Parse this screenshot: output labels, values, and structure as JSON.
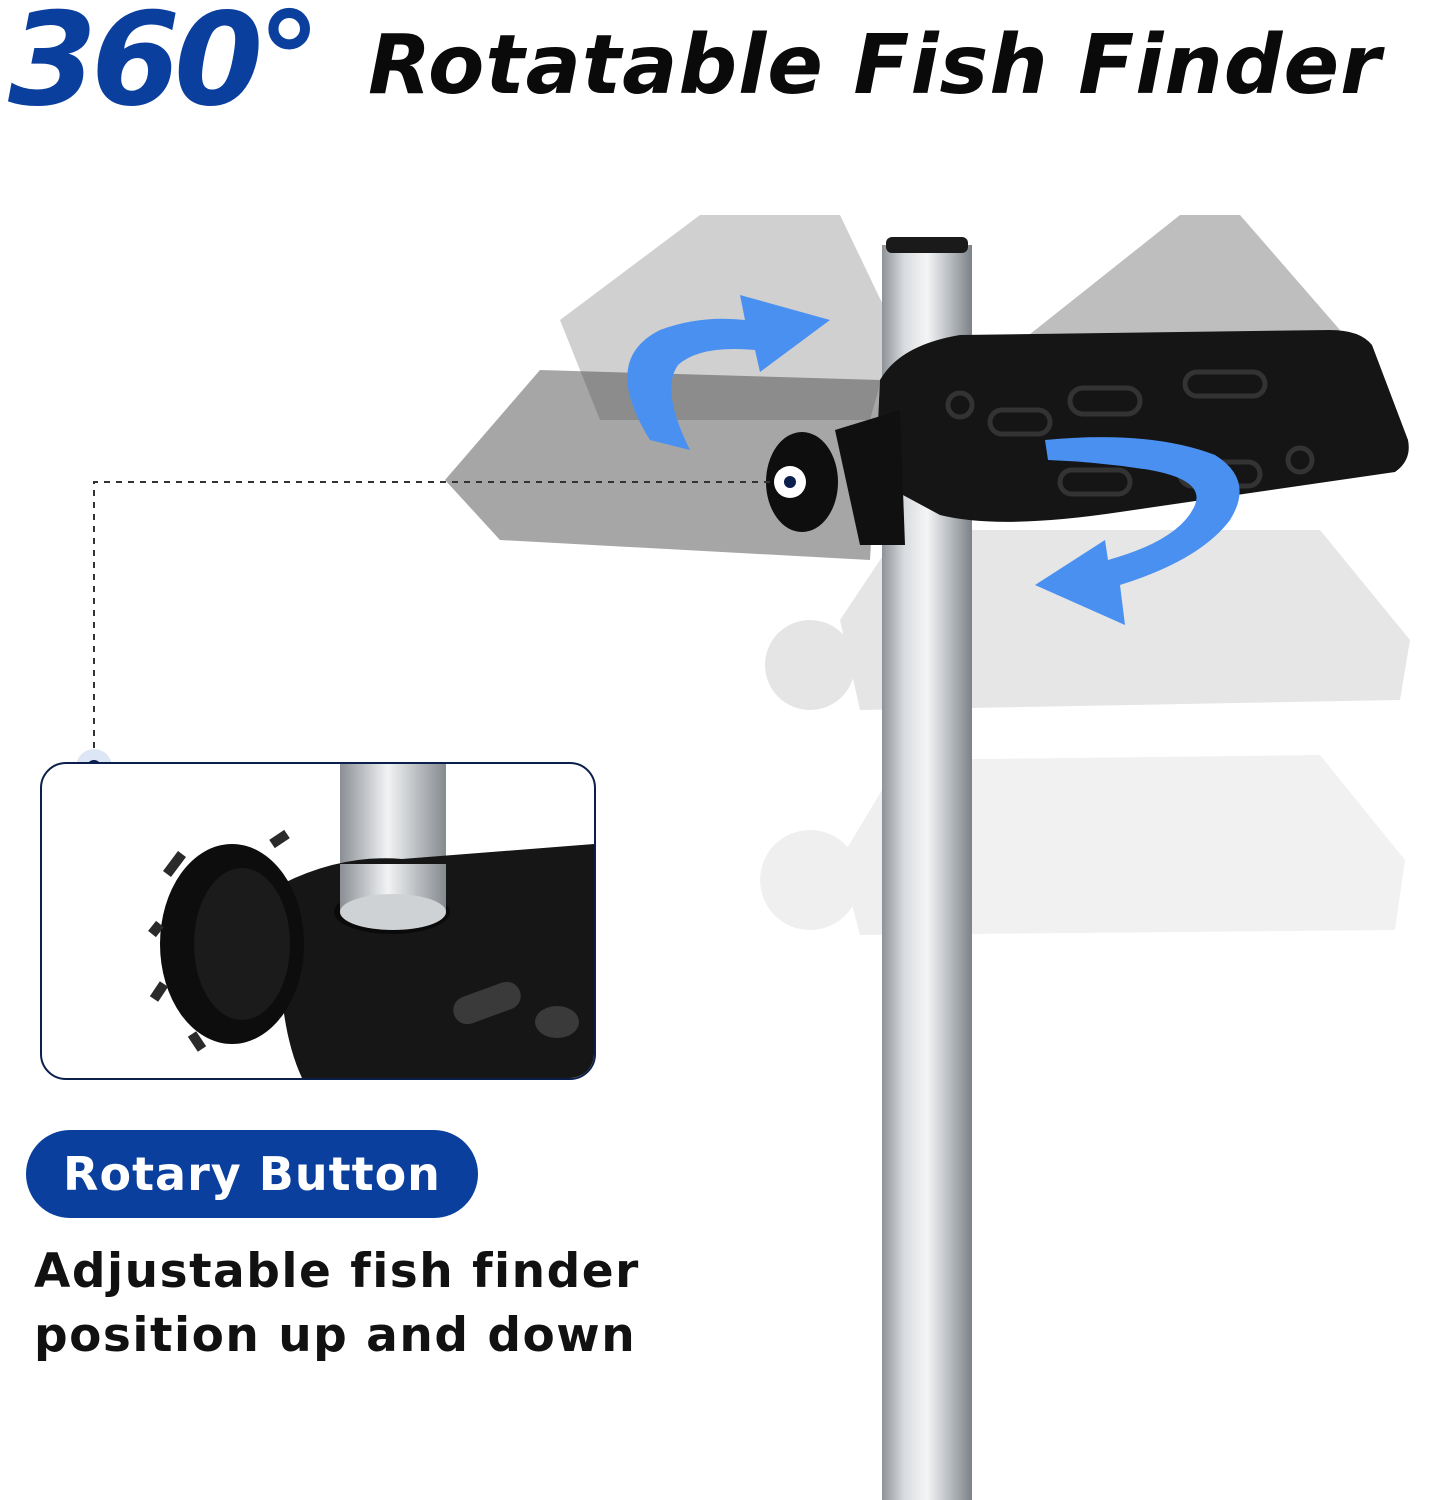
{
  "headline": {
    "degrees": "360°",
    "title": "Rotatable Fish Finder"
  },
  "badge": {
    "label": "Rotary Button"
  },
  "description": {
    "line1": "Adjustable fish finder",
    "line2": "position up and down"
  },
  "colors": {
    "brand_blue": "#0a3f9e",
    "arrow_blue": "#4a90f0",
    "mount_black": "#151515",
    "pole_silver": "#b8bcc0"
  },
  "icons": [
    "rotation-arrow-icon",
    "rotary-knob-icon"
  ]
}
